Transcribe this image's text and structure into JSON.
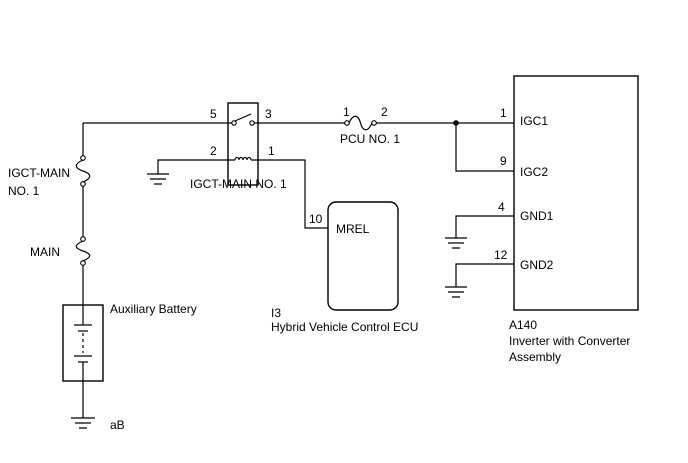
{
  "components": {
    "relay": {
      "label": "IGCT-MAIN NO. 1",
      "pins": [
        "5",
        "3",
        "2",
        "1"
      ]
    },
    "fuse_pcu": {
      "label": "PCU NO. 1",
      "pins": [
        "1",
        "2"
      ]
    },
    "fuse_igct_main": {
      "label_line1": "IGCT-MAIN",
      "label_line2": "NO. 1"
    },
    "fuse_main": {
      "label": "MAIN"
    },
    "battery": {
      "label": "Auxiliary Battery"
    },
    "ground_label": "aB",
    "ecu": {
      "code": "I3",
      "name": "Hybrid Vehicle Control ECU",
      "pin_number": "10",
      "pin_name": "MREL"
    },
    "inverter": {
      "code": "A140",
      "name_line1": "Inverter with Converter",
      "name_line2": "Assembly",
      "pins": [
        {
          "number": "1",
          "name": "IGC1"
        },
        {
          "number": "9",
          "name": "IGC2"
        },
        {
          "number": "4",
          "name": "GND1"
        },
        {
          "number": "12",
          "name": "GND2"
        }
      ]
    }
  }
}
